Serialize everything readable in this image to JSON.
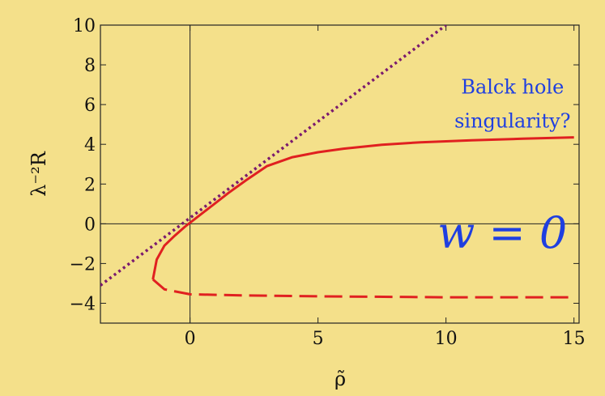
{
  "chart_data": {
    "type": "line",
    "title": "",
    "xlabel": "ρ̃",
    "ylabel": "λ⁻²R",
    "xlim": [
      -3.5,
      15.2
    ],
    "ylim": [
      -5,
      10
    ],
    "x_ticks": [
      0,
      5,
      10,
      15
    ],
    "y_ticks": [
      -4,
      -2,
      0,
      2,
      4,
      6,
      8,
      10
    ],
    "y_tick_labels": [
      "−4",
      "−2",
      "0",
      "2",
      "4",
      "6",
      "8",
      "10"
    ],
    "grid": false,
    "legend": "none",
    "series": [
      {
        "style": "solid",
        "color": "#e02020",
        "x": [
          -1.45,
          -1.3,
          -1.0,
          -0.6,
          -0.2,
          0.3,
          0.8,
          1.5,
          2.2,
          3.0,
          4.0,
          5.0,
          6.0,
          7.5,
          9.0,
          11.0,
          13.0,
          15.0
        ],
        "y": [
          -2.8,
          -1.8,
          -1.1,
          -0.6,
          -0.15,
          0.35,
          0.85,
          1.55,
          2.2,
          2.9,
          3.35,
          3.6,
          3.78,
          3.98,
          4.1,
          4.2,
          4.28,
          4.35
        ]
      },
      {
        "style": "dashed",
        "color": "#e02020",
        "x": [
          -1.45,
          -1.0,
          0.0,
          2.0,
          5.0,
          10.0,
          15.0
        ],
        "y": [
          -2.8,
          -3.3,
          -3.55,
          -3.6,
          -3.65,
          -3.7,
          -3.7
        ]
      },
      {
        "style": "dotted",
        "color": "#7a1a6e",
        "x": [
          -3.5,
          10.0
        ],
        "y": [
          -3.1,
          10.0
        ]
      }
    ],
    "annotations": [
      {
        "text": "Balck hole",
        "x": 12.6,
        "y": 6.55
      },
      {
        "text": "singularity?",
        "x": 12.6,
        "y": 4.85
      },
      {
        "text": "w = 0",
        "x": 12.2,
        "y": -1.2
      }
    ]
  }
}
